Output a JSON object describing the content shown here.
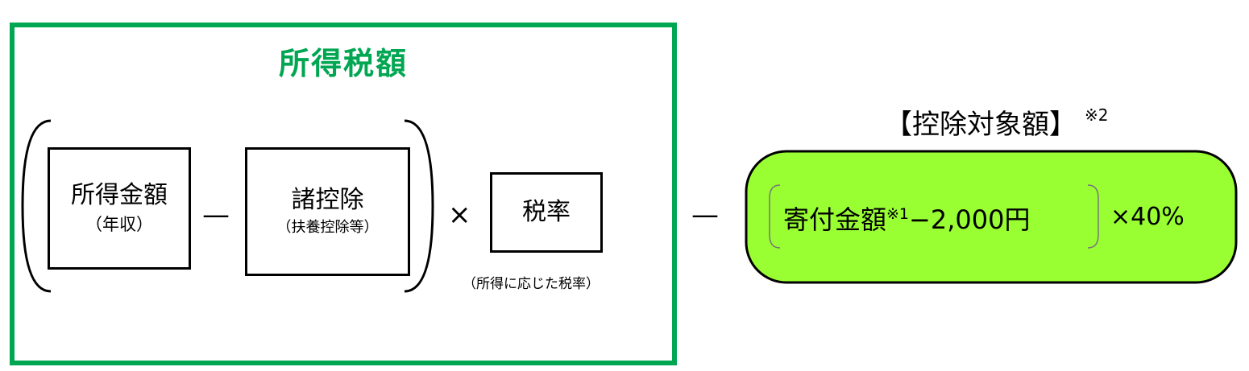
{
  "colors": {
    "frame": "#00a651",
    "pill_fill": "#99ff33",
    "text": "#000000"
  },
  "income_tax": {
    "title": "所得税額",
    "income_box": {
      "label": "所得金額",
      "sub": "（年収）"
    },
    "minus_1": "—",
    "deductions_box": {
      "label": "諸控除",
      "sub": "（扶養控除等）"
    },
    "times": "×",
    "rate_box": {
      "label": "税率"
    },
    "rate_note": "（所得に応じた税率）"
  },
  "minus_2": "—",
  "deductible": {
    "label": "【控除対象額】",
    "label_note_mark": "※2",
    "formula_main": "寄付金額",
    "formula_note_mark": "※1",
    "formula_rest": "−2,000円",
    "multiplier": "×40%"
  }
}
